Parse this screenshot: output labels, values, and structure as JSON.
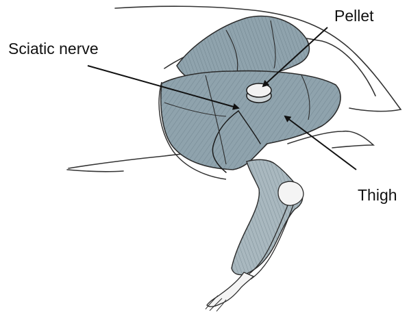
{
  "labels": {
    "pellet": "Pellet",
    "sciatic_nerve": "Sciatic nerve",
    "thigh": "Thigh"
  },
  "colors": {
    "muscle": "#8fa3ad",
    "muscle_dark": "#6f8690",
    "outline": "#2a2a2a",
    "bone": "#f4f4f4",
    "pellet": "#f2f2f2"
  }
}
